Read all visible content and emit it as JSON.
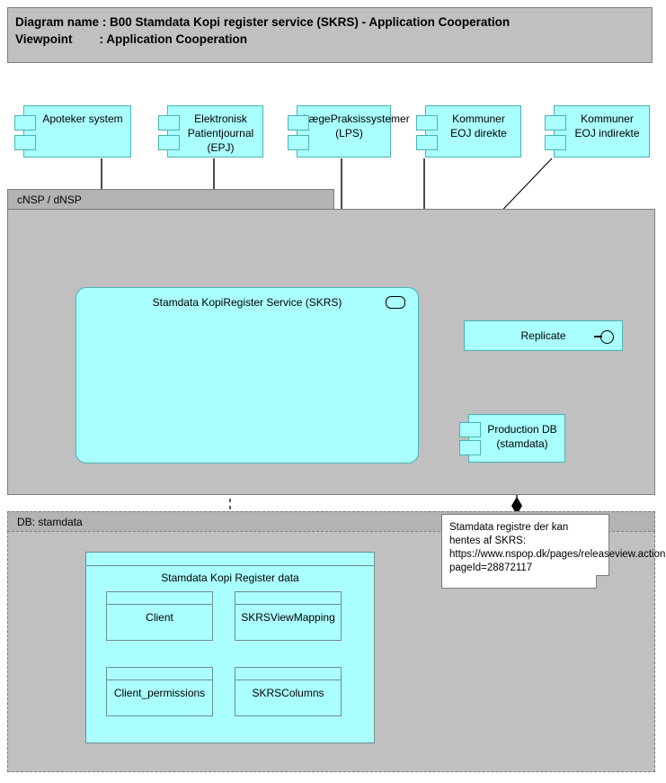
{
  "title": {
    "line1": "Diagram name : B00 Stamdata Kopi register service (SKRS) - Application Cooperation",
    "line2": "Viewpoint        : Application Cooperation"
  },
  "groups": {
    "nsp": {
      "label": "cNSP / dNSP"
    },
    "db": {
      "label": "DB: stamdata"
    }
  },
  "source_systems": [
    {
      "label": "Apoteker system"
    },
    {
      "label": "Elektronisk Patientjournal (EPJ)"
    },
    {
      "label": "LægePraksissystemer (LPS)"
    },
    {
      "label": "Kommuner EOJ direkte"
    },
    {
      "label": "Kommuner EOJ indirekte"
    }
  ],
  "service": {
    "label": "Stamdata KopiRegister Service (SKRS)",
    "interface_icon": "provided-interface-oval"
  },
  "replicate": {
    "label": "Replicate",
    "interface_icon": "lollipop-provided-interface"
  },
  "production_db": {
    "label": "Production DB (stamdata)"
  },
  "note": {
    "text": "Stamdata registre der kan hentes af SKRS: https://www.nspop.dk/pages/releaseview.action?pageId=28872117"
  },
  "package": {
    "label": "Stamdata Kopi Register data",
    "entities": [
      {
        "label": "Client"
      },
      {
        "label": "SKRSViewMapping"
      },
      {
        "label": "Client_permissions"
      },
      {
        "label": "SKRSColumns"
      }
    ]
  },
  "colors": {
    "component_fill": "#aaffff",
    "component_stroke": "#4ab3b3",
    "group_fill": "#c0c0c0",
    "group_header": "#b3b3b3",
    "group_stroke": "#7d7d7d",
    "note_fill": "#ffffff",
    "connector": "#000000"
  }
}
